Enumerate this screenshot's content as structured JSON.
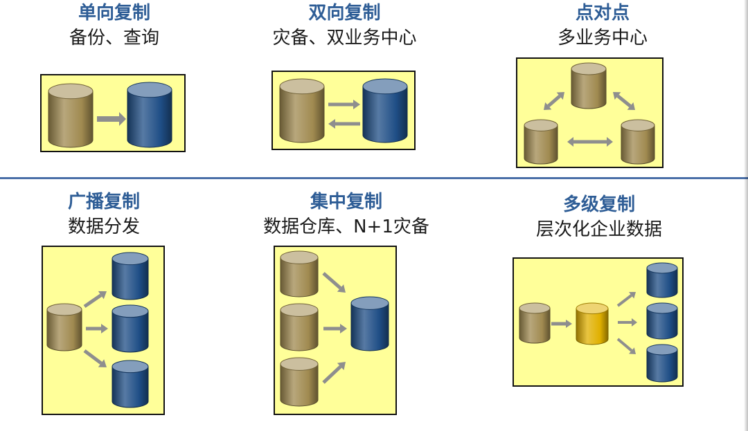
{
  "diagrams": [
    {
      "title": "单向复制",
      "subtitle": "备份、查询"
    },
    {
      "title": "双向复制",
      "subtitle": "灾备、双业务中心"
    },
    {
      "title": "点对点",
      "subtitle": "多业务中心"
    },
    {
      "title": "广播复制",
      "subtitle": "数据分发"
    },
    {
      "title": "集中复制",
      "subtitle": "数据仓库、N+1灾备"
    },
    {
      "title": "多级复制",
      "subtitle": "层次化企业数据"
    }
  ],
  "colors": {
    "title": "#2e5d96",
    "panel": "#ffff99",
    "source_db": "#a08a50",
    "target_db": "#1f4e86",
    "relay_db": "#e0b000",
    "arrow": "#8e8e8e",
    "divider": "#4a6fa8"
  },
  "icons": {
    "source": "database-cylinder-tan",
    "target": "database-cylinder-blue",
    "relay": "database-cylinder-gold",
    "arrow": "arrow-icon"
  }
}
